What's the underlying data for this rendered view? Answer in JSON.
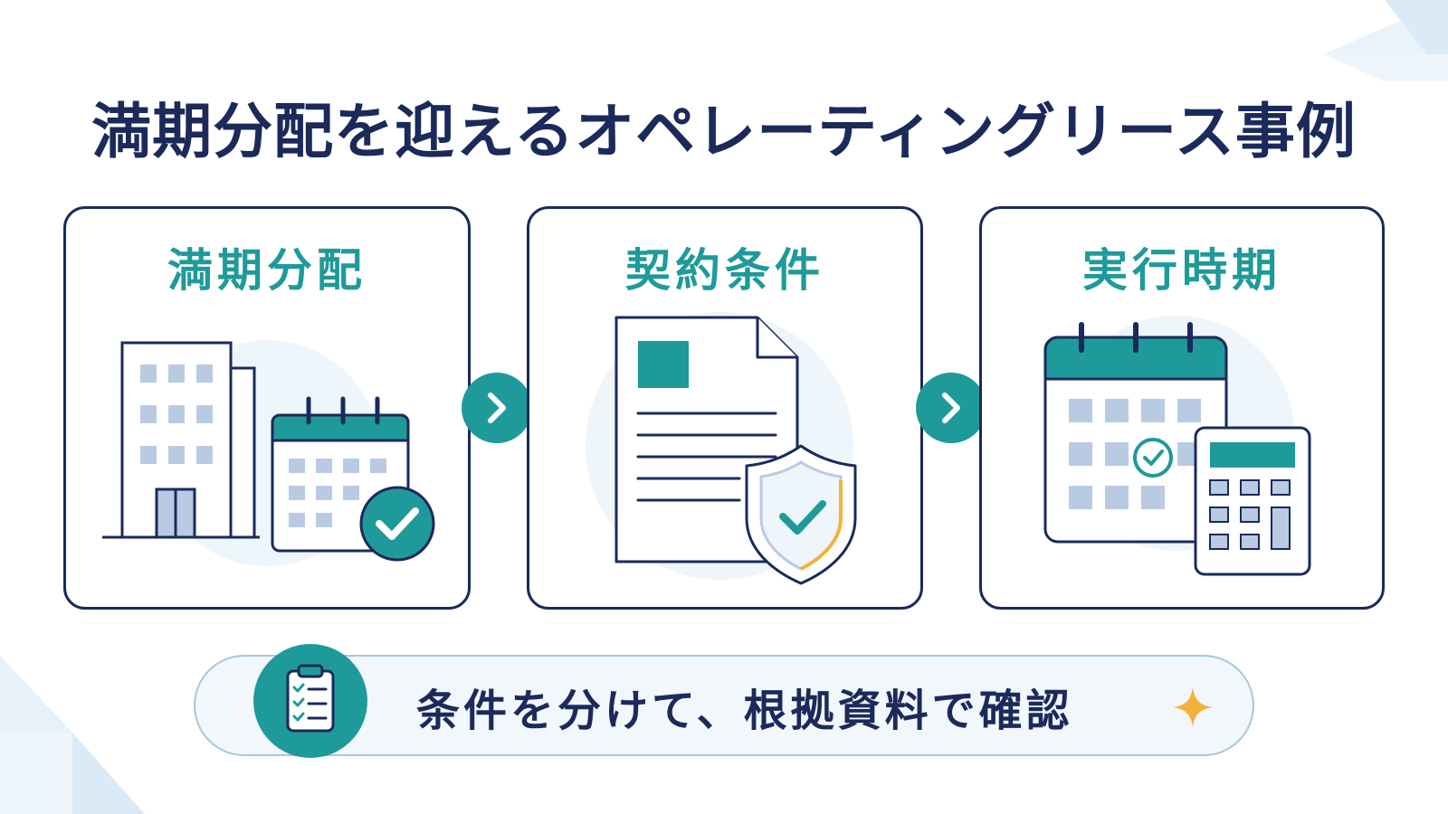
{
  "title": "満期分配を迎えるオペレーティングリース事例",
  "steps": [
    {
      "label": "満期分配",
      "icon": "building-calendar-check-icon"
    },
    {
      "label": "契約条件",
      "icon": "document-shield-icon"
    },
    {
      "label": "実行時期",
      "icon": "calendar-calculator-icon"
    }
  ],
  "connector_icon": "chevron-right-icon",
  "banner": {
    "text": "条件を分けて、根拠資料で確認",
    "icon": "clipboard-checklist-icon",
    "accent_icon": "sparkle-icon"
  },
  "colors": {
    "navy": "#1b2a5a",
    "teal": "#1f9a9a",
    "light_blue": "#b9cbe3",
    "pale_blue": "#eef5fb",
    "gold": "#f2b23a"
  }
}
